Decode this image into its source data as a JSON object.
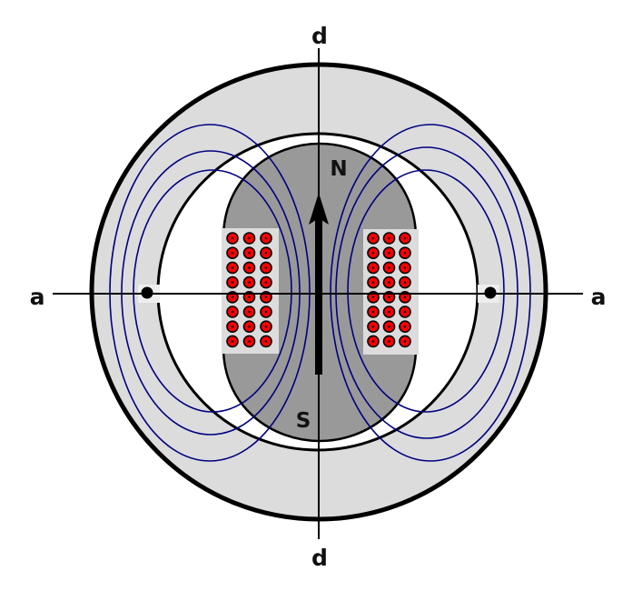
{
  "figure": {
    "title": "Salient-pole synchronous machine cross-section with d and q axes",
    "colors": {
      "background": "#ffffff",
      "stator_fill": "#dcdcdc",
      "stator_outline": "#000000",
      "air_gap": "#ffffff",
      "rotor_fill": "#999999",
      "coil_block_fill": "#dcdcdc",
      "conductor_fill": "#ff0000",
      "conductor_ring": "#000000",
      "flux_line": "#000080",
      "axis_line": "#000000",
      "arrow": "#000000"
    },
    "axes": {
      "d_top_label": "d",
      "d_bottom_label": "d",
      "q_left_label": "a",
      "q_right_label": "a"
    },
    "poles": {
      "north_label": "N",
      "south_label": "S"
    },
    "field_winding": {
      "left_coil": {
        "rows": 8,
        "columns": 3,
        "current_direction": "out-of-page (dot)"
      },
      "right_coil": {
        "rows": 8,
        "columns": 3,
        "current_direction": "out-of-page (dot)"
      }
    },
    "stator_conductors": [
      {
        "position": "left",
        "symbol": "dot"
      },
      {
        "position": "right",
        "symbol": "dot"
      }
    ],
    "flux_lines": {
      "left_loops": 3,
      "right_loops": 3
    },
    "magnetization_arrow": {
      "direction": "up",
      "from": "S",
      "to": "N"
    }
  }
}
